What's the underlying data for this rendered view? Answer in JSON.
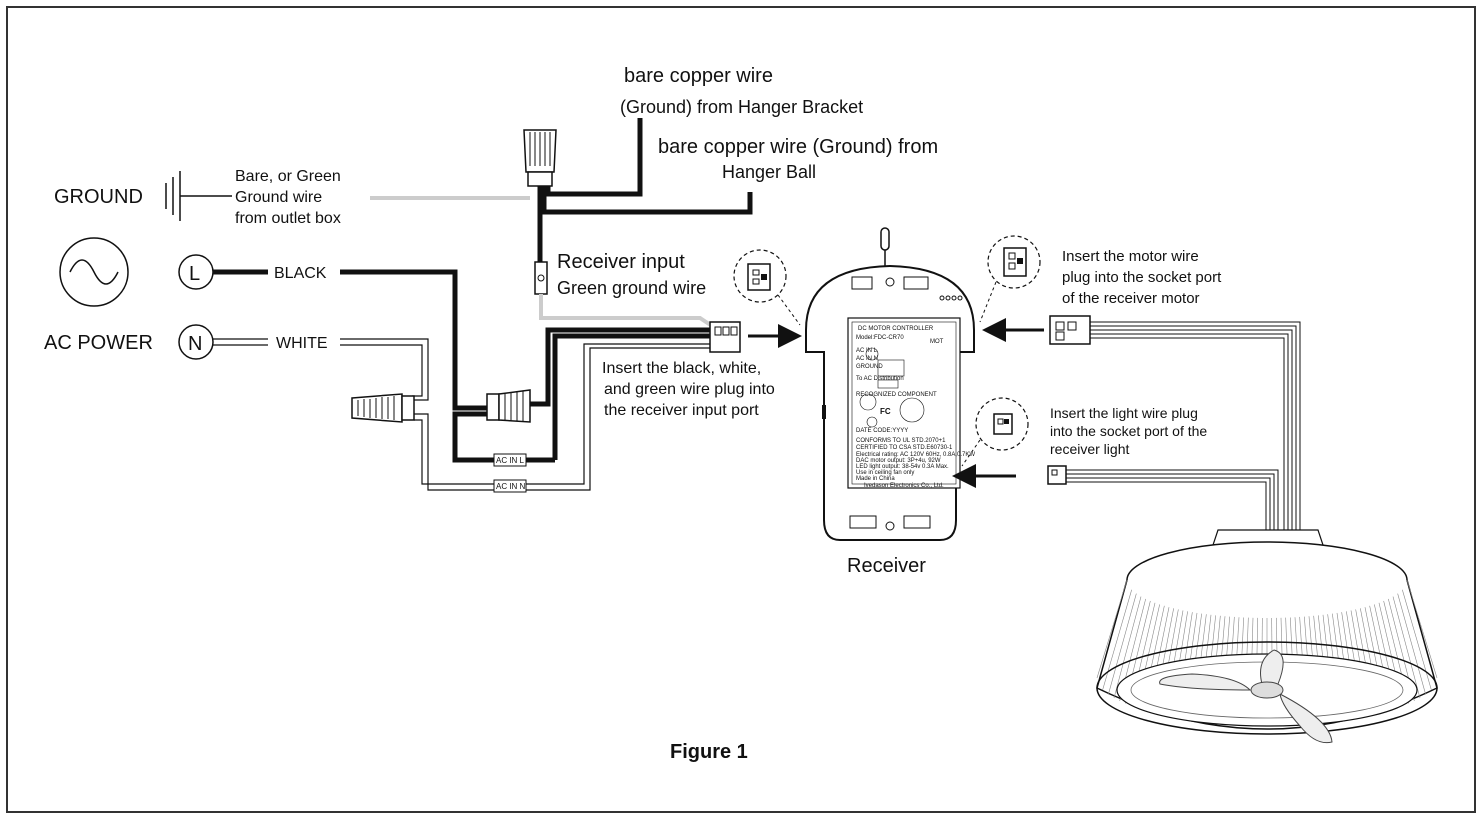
{
  "labels": {
    "ground": "GROUND",
    "ground_desc": [
      "Bare, or Green",
      "Ground wire",
      "from outlet box"
    ],
    "ac_power": "AC POWER",
    "l_symbol": "L",
    "n_symbol": "N",
    "black": "BLACK",
    "white": "WHITE",
    "bracket_wire": [
      "bare copper wire",
      "(Ground) from Hanger Bracket"
    ],
    "ball_wire": [
      "bare copper wire (Ground) from",
      "Hanger Ball"
    ],
    "receiver_input": [
      "Receiver input",
      "Green ground wire"
    ],
    "input_plug_note": [
      "Insert the black, white,",
      "and green wire plug into",
      "the receiver input port"
    ],
    "ac_in_l": "AC IN L",
    "ac_in_n": "AC IN N",
    "motor_note": [
      "Insert the motor wire",
      "plug into the socket port",
      "of the receiver motor"
    ],
    "light_note": [
      "Insert the light wire plug",
      "into the socket port of the",
      "receiver light"
    ],
    "receiver": "Receiver",
    "figure": "Figure 1"
  },
  "receiver_label": {
    "title": "DC MOTOR CONTROLLER",
    "model": "Model:FDC-CR70",
    "mot": "MOT",
    "ac_in_l": "AC IN L",
    "ac_in_n": "AC IN N",
    "ground": "GROUND",
    "to_ac_distribution": "To AC Distribution",
    "recognized": "RECOGNIZED COMPONENT",
    "fc": "FC",
    "date": "DATE CODE:YYYY",
    "conforms": "CONFORMS TO UL STD.2070+1",
    "certified": "CERTIFIED TO CSA STD.E60730-1",
    "spec1": "Electrical rating: AC 120V 60Hz, 0.8A,0.7KW",
    "spec2": "DAC motor output: 3P+4u, 92W",
    "spec3": "LED light output: 38-54v 0.3A Max.",
    "spec4": "Use in ceiling fan only",
    "spec5": "Made in China",
    "maker": "Ivedason Electronics Co., Ltd."
  },
  "colors": {
    "ink": "#111111",
    "ground_grey": "#cccccc",
    "frame": "#333333"
  }
}
